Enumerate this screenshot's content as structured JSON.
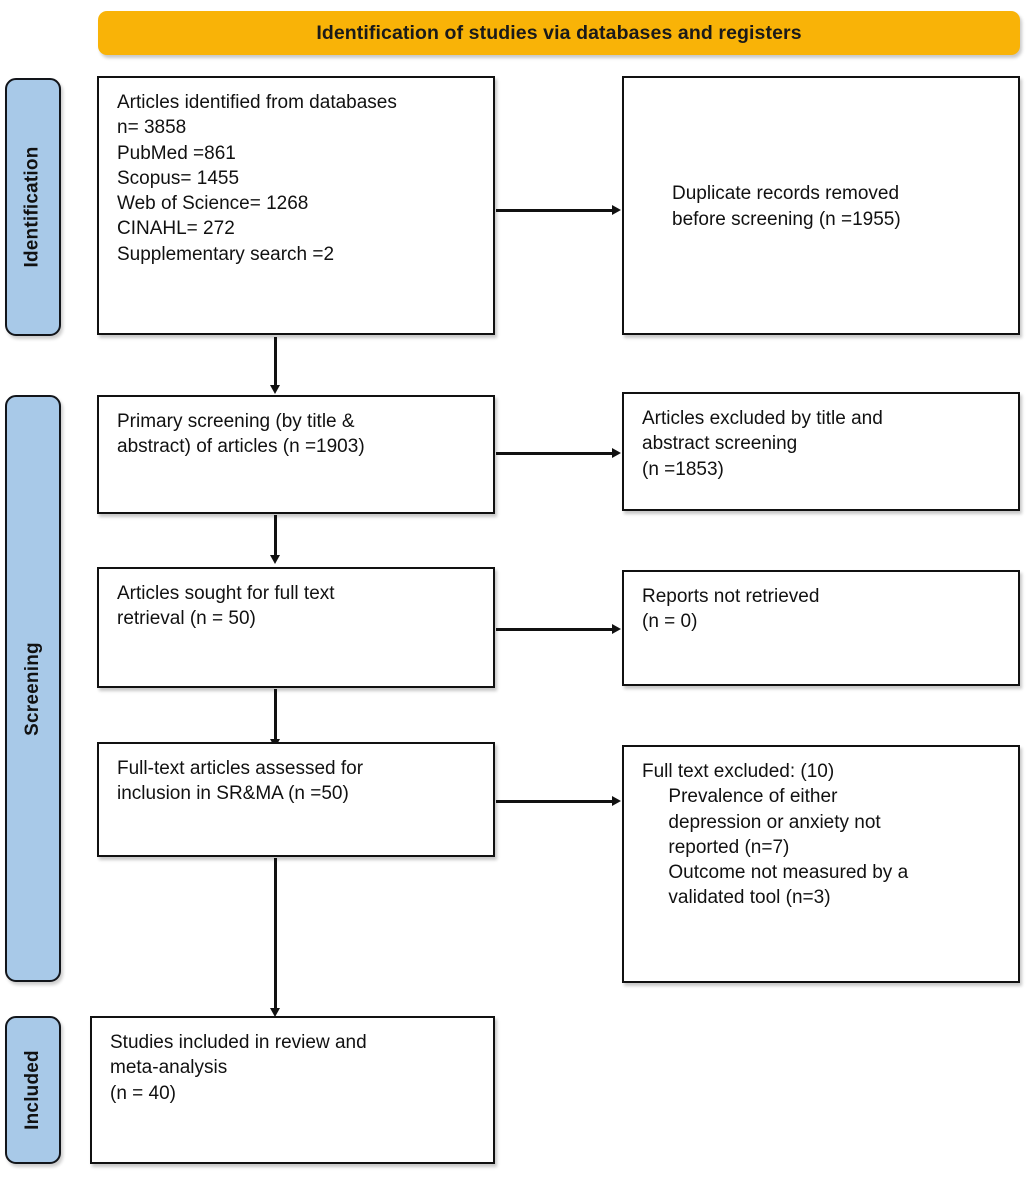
{
  "banner": {
    "title": "Identification of studies via databases and registers",
    "color": "#f9b307"
  },
  "stages": [
    {
      "id": "identification",
      "label": "Identification",
      "color": "#a8c9e8"
    },
    {
      "id": "screening",
      "label": "Screening",
      "color": "#a8c9e8"
    },
    {
      "id": "included",
      "label": "Included",
      "color": "#a8c9e8"
    }
  ],
  "boxes": {
    "identified": {
      "text": "Articles identified from databases\nn= 3858\nPubMed =861\nScopus= 1455\nWeb of Science= 1268\nCINAHL= 272\nSupplementary search =2"
    },
    "duplicates_removed": {
      "text": "Duplicate records removed\nbefore screening (n =1955)"
    },
    "primary_screening": {
      "text": "Primary screening (by title &\nabstract) of articles (n =1903)"
    },
    "excluded_title_abstract": {
      "text": "Articles excluded by title and\nabstract screening\n(n =1853)"
    },
    "sought_full_text": {
      "text": "Articles sought for full text\nretrieval (n = 50)"
    },
    "reports_not_retrieved": {
      "text": "Reports not retrieved\n(n = 0)"
    },
    "full_text_assessed": {
      "text": "Full-text articles assessed for\ninclusion in SR&MA (n =50)"
    },
    "full_text_excluded": {
      "text": "Full text excluded: (10)\n     Prevalence of either\n     depression or anxiety not\n     reported (n=7)\n     Outcome not measured by a\n     validated tool (n=3)"
    },
    "studies_included": {
      "text": "Studies included in review and\nmeta-analysis\n(n = 40)"
    }
  },
  "chart_data": {
    "type": "diagram",
    "title": "Identification of studies via databases and registers",
    "diagram_kind": "PRISMA flow diagram",
    "stages": [
      "Identification",
      "Screening",
      "Included"
    ],
    "nodes": [
      {
        "id": "identified",
        "stage": "Identification",
        "column": "left",
        "label": "Articles identified from databases",
        "n": 3858,
        "breakdown": [
          {
            "source": "PubMed",
            "n": 861
          },
          {
            "source": "Scopus",
            "n": 1455
          },
          {
            "source": "Web of Science",
            "n": 1268
          },
          {
            "source": "CINAHL",
            "n": 272
          },
          {
            "source": "Supplementary search",
            "n": 2
          }
        ]
      },
      {
        "id": "duplicates_removed",
        "stage": "Identification",
        "column": "right",
        "label": "Duplicate records removed before screening",
        "n": 1955
      },
      {
        "id": "primary_screening",
        "stage": "Screening",
        "column": "left",
        "label": "Primary screening (by title & abstract) of articles",
        "n": 1903
      },
      {
        "id": "excluded_title_abstract",
        "stage": "Screening",
        "column": "right",
        "label": "Articles excluded by title and abstract screening",
        "n": 1853
      },
      {
        "id": "sought_full_text",
        "stage": "Screening",
        "column": "left",
        "label": "Articles sought for full text retrieval",
        "n": 50
      },
      {
        "id": "reports_not_retrieved",
        "stage": "Screening",
        "column": "right",
        "label": "Reports not retrieved",
        "n": 0
      },
      {
        "id": "full_text_assessed",
        "stage": "Screening",
        "column": "left",
        "label": "Full-text articles assessed for inclusion in SR&MA",
        "n": 50
      },
      {
        "id": "full_text_excluded",
        "stage": "Screening",
        "column": "right",
        "label": "Full text excluded",
        "n": 10,
        "breakdown": [
          {
            "reason": "Prevalence of either depression or anxiety not reported",
            "n": 7
          },
          {
            "reason": "Outcome not measured by a validated tool",
            "n": 3
          }
        ]
      },
      {
        "id": "studies_included",
        "stage": "Included",
        "column": "left",
        "label": "Studies included in review and meta-analysis",
        "n": 40
      }
    ],
    "edges": [
      {
        "from": "identified",
        "to": "duplicates_removed",
        "direction": "right"
      },
      {
        "from": "identified",
        "to": "primary_screening",
        "direction": "down"
      },
      {
        "from": "primary_screening",
        "to": "excluded_title_abstract",
        "direction": "right"
      },
      {
        "from": "primary_screening",
        "to": "sought_full_text",
        "direction": "down"
      },
      {
        "from": "sought_full_text",
        "to": "reports_not_retrieved",
        "direction": "right"
      },
      {
        "from": "sought_full_text",
        "to": "full_text_assessed",
        "direction": "down"
      },
      {
        "from": "full_text_assessed",
        "to": "full_text_excluded",
        "direction": "right"
      },
      {
        "from": "full_text_assessed",
        "to": "studies_included",
        "direction": "down"
      }
    ]
  }
}
